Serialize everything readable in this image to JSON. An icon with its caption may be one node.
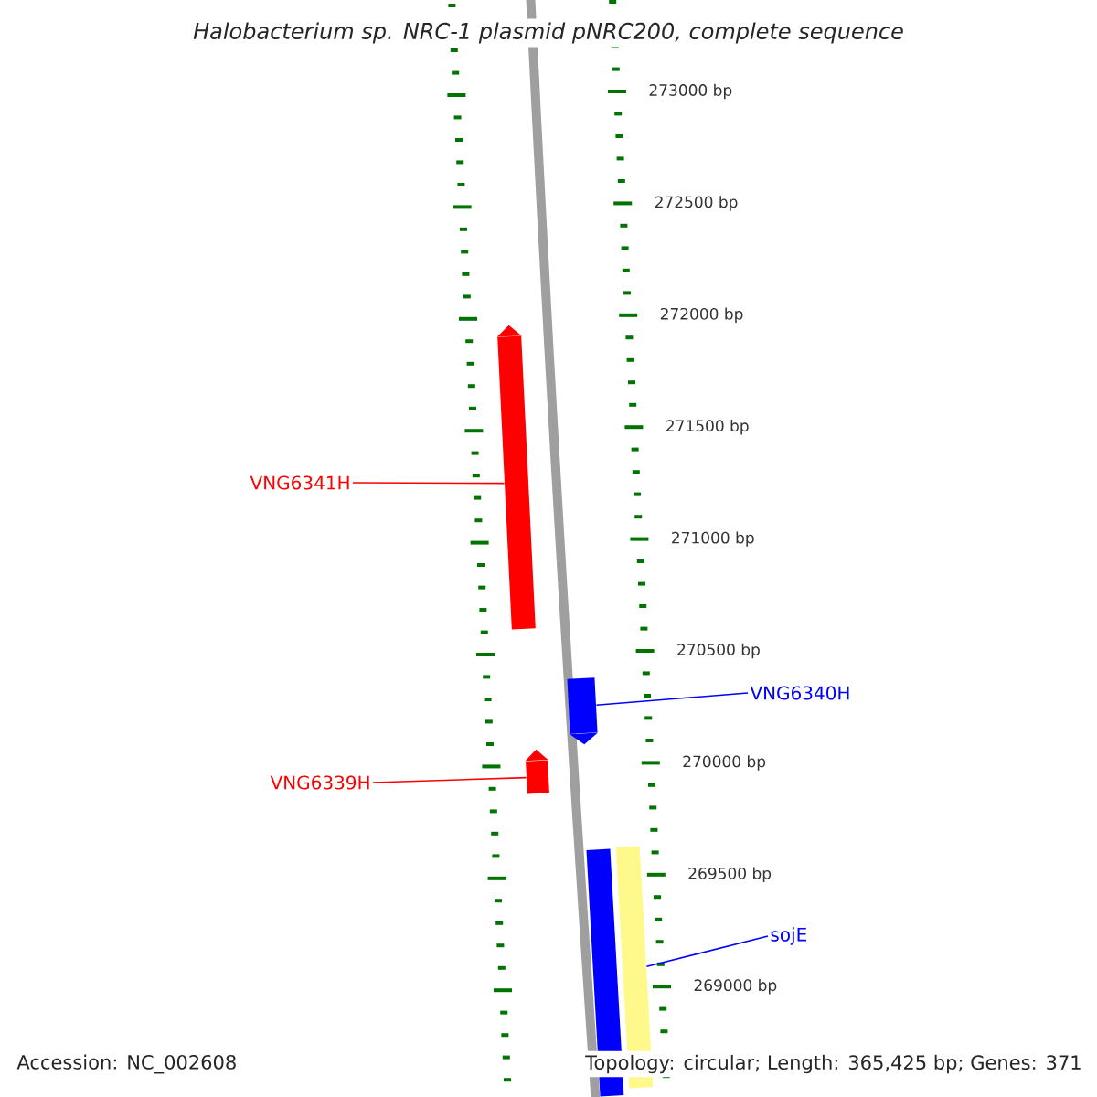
{
  "diagram": {
    "title": "Halobacterium sp. NRC-1 plasmid pNRC200, complete sequence",
    "nodes": [
      {
        "text": [
          "VNG6341H"
        ]
      },
      {
        "text": [],
        "shape": "bar"
      },
      {
        "text": [
          "VNG6340H"
        ]
      },
      {
        "text": [],
        "shape": "bar"
      },
      {
        "text": [
          "VNG6339H"
        ]
      },
      {
        "text": [],
        "shape": "bar"
      },
      {
        "text": [
          "sojE"
        ]
      },
      {
        "text": [],
        "shape": "bar"
      },
      {
        "text": [],
        "shape": "bar"
      }
    ],
    "edges": [
      {
        "from": 0,
        "to": 1,
        "arrow": "none",
        "color": "#ff0000"
      },
      {
        "from": 2,
        "to": 3,
        "arrow": "none",
        "color": "#0000ff"
      },
      {
        "from": 4,
        "to": 5,
        "arrow": "none",
        "color": "#ff0000"
      },
      {
        "from": 6,
        "to": 8,
        "arrow": "none",
        "color": "#0000ff"
      }
    ],
    "labels": [
      "273000 bp",
      "272500 bp",
      "272000 bp",
      "271500 bp",
      "271000 bp",
      "270500 bp",
      "270000 bp",
      "269500 bp",
      "269000 bp",
      "Accession: NC_002608",
      "Topology: circular; Length: 365,425 bp; Genes: 371"
    ]
  }
}
